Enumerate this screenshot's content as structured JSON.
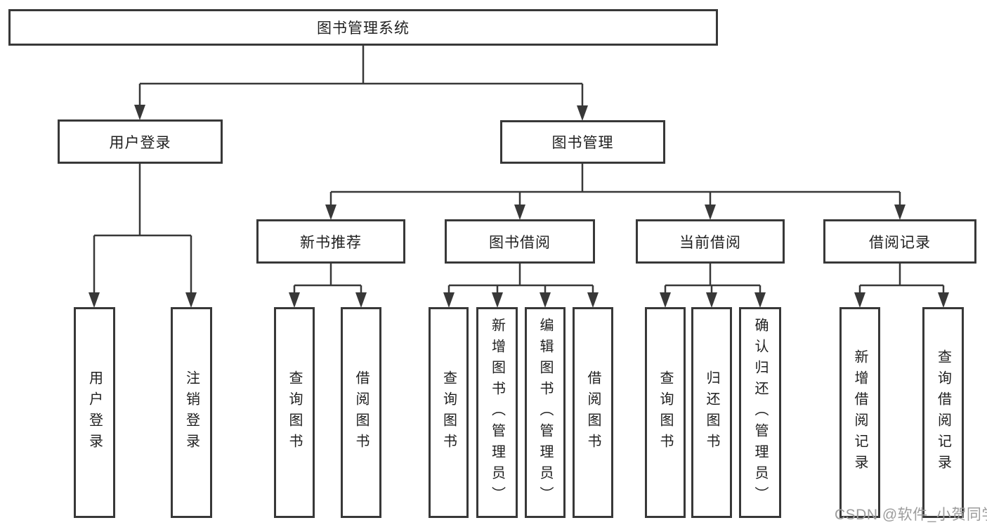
{
  "title": "图书管理系统",
  "watermark": "CSDN @软件_小贺同学",
  "colors": {
    "line": "#383838",
    "box_border": "#383838",
    "text": "#1f1f1f",
    "watermark": "#9c9c9c",
    "background": "#ffffff"
  },
  "nodes": {
    "root": "图书管理系统",
    "user_login": "用户登录",
    "book_management": "图书管理",
    "new_book_recommend": "新书推荐",
    "book_borrow": "图书借阅",
    "current_borrow": "当前借阅",
    "borrow_records": "借阅记录",
    "user_login_leaf": "用户登录",
    "logout_leaf": "注销登录",
    "recommend_query_books": "查询图书",
    "recommend_borrow_books": "借阅图书",
    "borrow_query_books": "查询图书",
    "borrow_add_books_admin": "新增图书（管理员）",
    "borrow_edit_books_admin": "编辑图书（管理员）",
    "borrow_borrow_books": "借阅图书",
    "current_query_books": "查询图书",
    "current_return_books": "归还图书",
    "current_confirm_return_admin": "确认归还（管理员）",
    "records_add_record": "新增借阅记录",
    "records_query_record": "查询借阅记录"
  },
  "edges": [
    {
      "from": "root",
      "to": [
        "user_login",
        "book_management"
      ]
    },
    {
      "from": "user_login",
      "to": [
        "user_login_leaf",
        "logout_leaf"
      ]
    },
    {
      "from": "book_management",
      "to": [
        "new_book_recommend",
        "book_borrow",
        "current_borrow",
        "borrow_records"
      ]
    },
    {
      "from": "new_book_recommend",
      "to": [
        "recommend_query_books",
        "recommend_borrow_books"
      ]
    },
    {
      "from": "book_borrow",
      "to": [
        "borrow_query_books",
        "borrow_add_books_admin",
        "borrow_edit_books_admin",
        "borrow_borrow_books"
      ]
    },
    {
      "from": "current_borrow",
      "to": [
        "current_query_books",
        "current_return_books",
        "current_confirm_return_admin"
      ]
    },
    {
      "from": "borrow_records",
      "to": [
        "records_add_record",
        "records_query_record"
      ]
    }
  ]
}
